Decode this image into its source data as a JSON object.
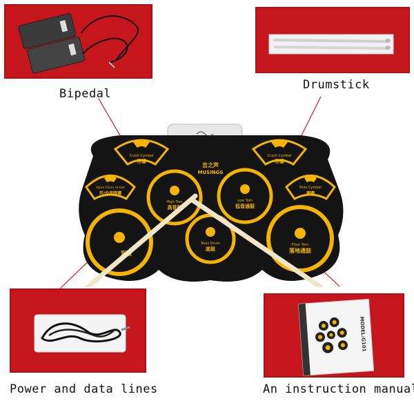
{
  "captions": {
    "bipedal": "Bipedal",
    "drumstick": "Drumstick",
    "power_data": "Power and data lines",
    "manual": "An instruction manual"
  },
  "drum_pad": {
    "brand_cn": "吉之声",
    "brand_en": "MUSINGS",
    "pads": {
      "crash_left_en": "Crash Cymbal",
      "crash_left_cn": "吊镲",
      "crash_right_en": "Crash Cymbal",
      "crash_right_cn": "吊镲",
      "hihat_en": "Open Close Hi-Hat",
      "hihat_cn": "开/合音踩镲",
      "ride_en": "Ride Cymbal",
      "ride_cn": "镲镲",
      "high_tom_en": "High Tom",
      "high_tom_cn": "高音鼓",
      "low_tom_en": "Low Tom",
      "low_tom_cn": "低音通鼓",
      "snare_cn": "军鼓",
      "bass_en": "Bass Drum",
      "bass_cn": "底鼓",
      "floor_en": "Floor Tom",
      "floor_cn": "落地通鼓"
    }
  },
  "manual": {
    "model": "MODEL:G101"
  },
  "colors": {
    "photo_background": "#c4161c",
    "pad_body": "#141414",
    "pad_accent": "#f4b400",
    "leader_line": "#c4161c"
  }
}
